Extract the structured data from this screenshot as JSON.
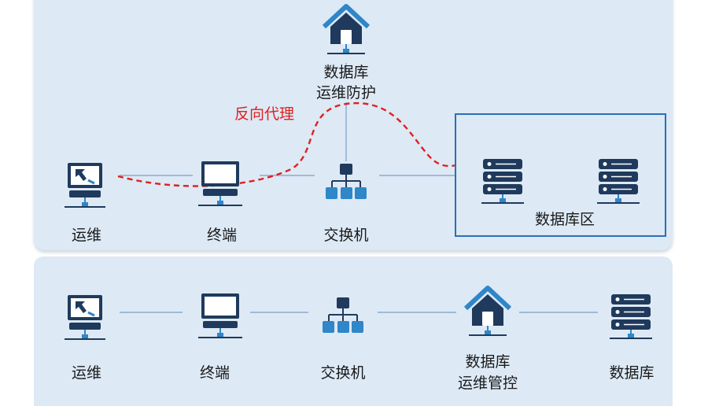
{
  "top": {
    "label_protect": [
      "数据库",
      "运维防护"
    ],
    "label_proxy": "反向代理",
    "label_ops": "运维",
    "label_terminal": "终端",
    "label_switch": "交换机",
    "label_dbzone": "数据库区"
  },
  "bottom": {
    "label_ops": "运维",
    "label_terminal": "终端",
    "label_switch": "交换机",
    "label_control": [
      "数据库",
      "运维管控"
    ],
    "label_db": "数据库"
  },
  "colors": {
    "panel": "#dde9f5",
    "icon_dark": "#1f3a5c",
    "icon_blue": "#2f86c8",
    "line": "#7aa0c4",
    "proxy_red": "#e02020",
    "zone_border": "#2a6fb5"
  },
  "icons": [
    "ops-workstation-icon",
    "terminal-computer-icon",
    "switch-icon",
    "house-icon",
    "server-icon"
  ]
}
